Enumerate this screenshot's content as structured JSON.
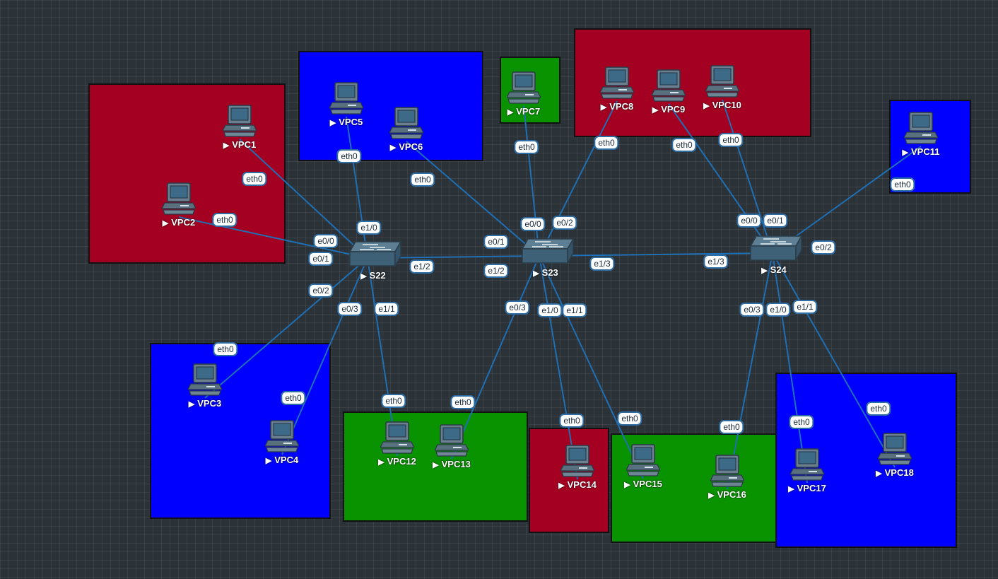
{
  "colors": {
    "red_zone": "#a40022",
    "blue_zone": "#0000ff",
    "green_zone": "#0a9300",
    "link": "#1f6fb4",
    "canvas": "#2b3238"
  },
  "icons": {
    "vpc": "desktop-computer-icon",
    "switch": "network-switch-icon",
    "run": "play-triangle-icon"
  },
  "switches": [
    "S22",
    "S23",
    "S24"
  ],
  "vpcs": [
    "VPC1",
    "VPC2",
    "VPC3",
    "VPC4",
    "VPC5",
    "VPC6",
    "VPC7",
    "VPC8",
    "VPC9",
    "VPC10",
    "VPC11",
    "VPC12",
    "VPC13",
    "VPC14",
    "VPC15",
    "VPC16",
    "VPC17",
    "VPC18"
  ],
  "links": [
    {
      "a": "VPC1",
      "a_port": "eth0",
      "b": "S22",
      "b_port": "e0/0"
    },
    {
      "a": "VPC2",
      "a_port": "eth0",
      "b": "S22",
      "b_port": "e0/1"
    },
    {
      "a": "VPC3",
      "a_port": "eth0",
      "b": "S22",
      "b_port": "e0/2"
    },
    {
      "a": "VPC4",
      "a_port": "eth0",
      "b": "S22",
      "b_port": "e0/3"
    },
    {
      "a": "VPC5",
      "a_port": "eth0",
      "b": "S22",
      "b_port": "e1/0"
    },
    {
      "a": "VPC12",
      "a_port": "eth0",
      "b": "S22",
      "b_port": "e1/1"
    },
    {
      "a": "S22",
      "a_port": "e1/2",
      "b": "S23",
      "b_port": "e1/2"
    },
    {
      "a": "VPC7",
      "a_port": "eth0",
      "b": "S23",
      "b_port": "e0/0"
    },
    {
      "a": "VPC6",
      "a_port": "eth0",
      "b": "S23",
      "b_port": "e0/1"
    },
    {
      "a": "VPC8",
      "a_port": "eth0",
      "b": "S23",
      "b_port": "e0/2"
    },
    {
      "a": "VPC13",
      "a_port": "eth0",
      "b": "S23",
      "b_port": "e0/3"
    },
    {
      "a": "VPC14",
      "a_port": "eth0",
      "b": "S23",
      "b_port": "e1/0"
    },
    {
      "a": "VPC15",
      "a_port": "eth0",
      "b": "S23",
      "b_port": "e1/1"
    },
    {
      "a": "S23",
      "a_port": "e1/3",
      "b": "S24",
      "b_port": "e1/3"
    },
    {
      "a": "VPC9",
      "a_port": "eth0",
      "b": "S24",
      "b_port": "e0/0"
    },
    {
      "a": "VPC10",
      "a_port": "eth0",
      "b": "S24",
      "b_port": "e0/1"
    },
    {
      "a": "VPC11",
      "a_port": "eth0",
      "b": "S24",
      "b_port": "e0/2"
    },
    {
      "a": "VPC16",
      "a_port": "eth0",
      "b": "S24",
      "b_port": "e0/3"
    },
    {
      "a": "VPC17",
      "a_port": "eth0",
      "b": "S24",
      "b_port": "e1/0"
    },
    {
      "a": "VPC18",
      "a_port": "eth0",
      "b": "S24",
      "b_port": "e1/1"
    }
  ]
}
